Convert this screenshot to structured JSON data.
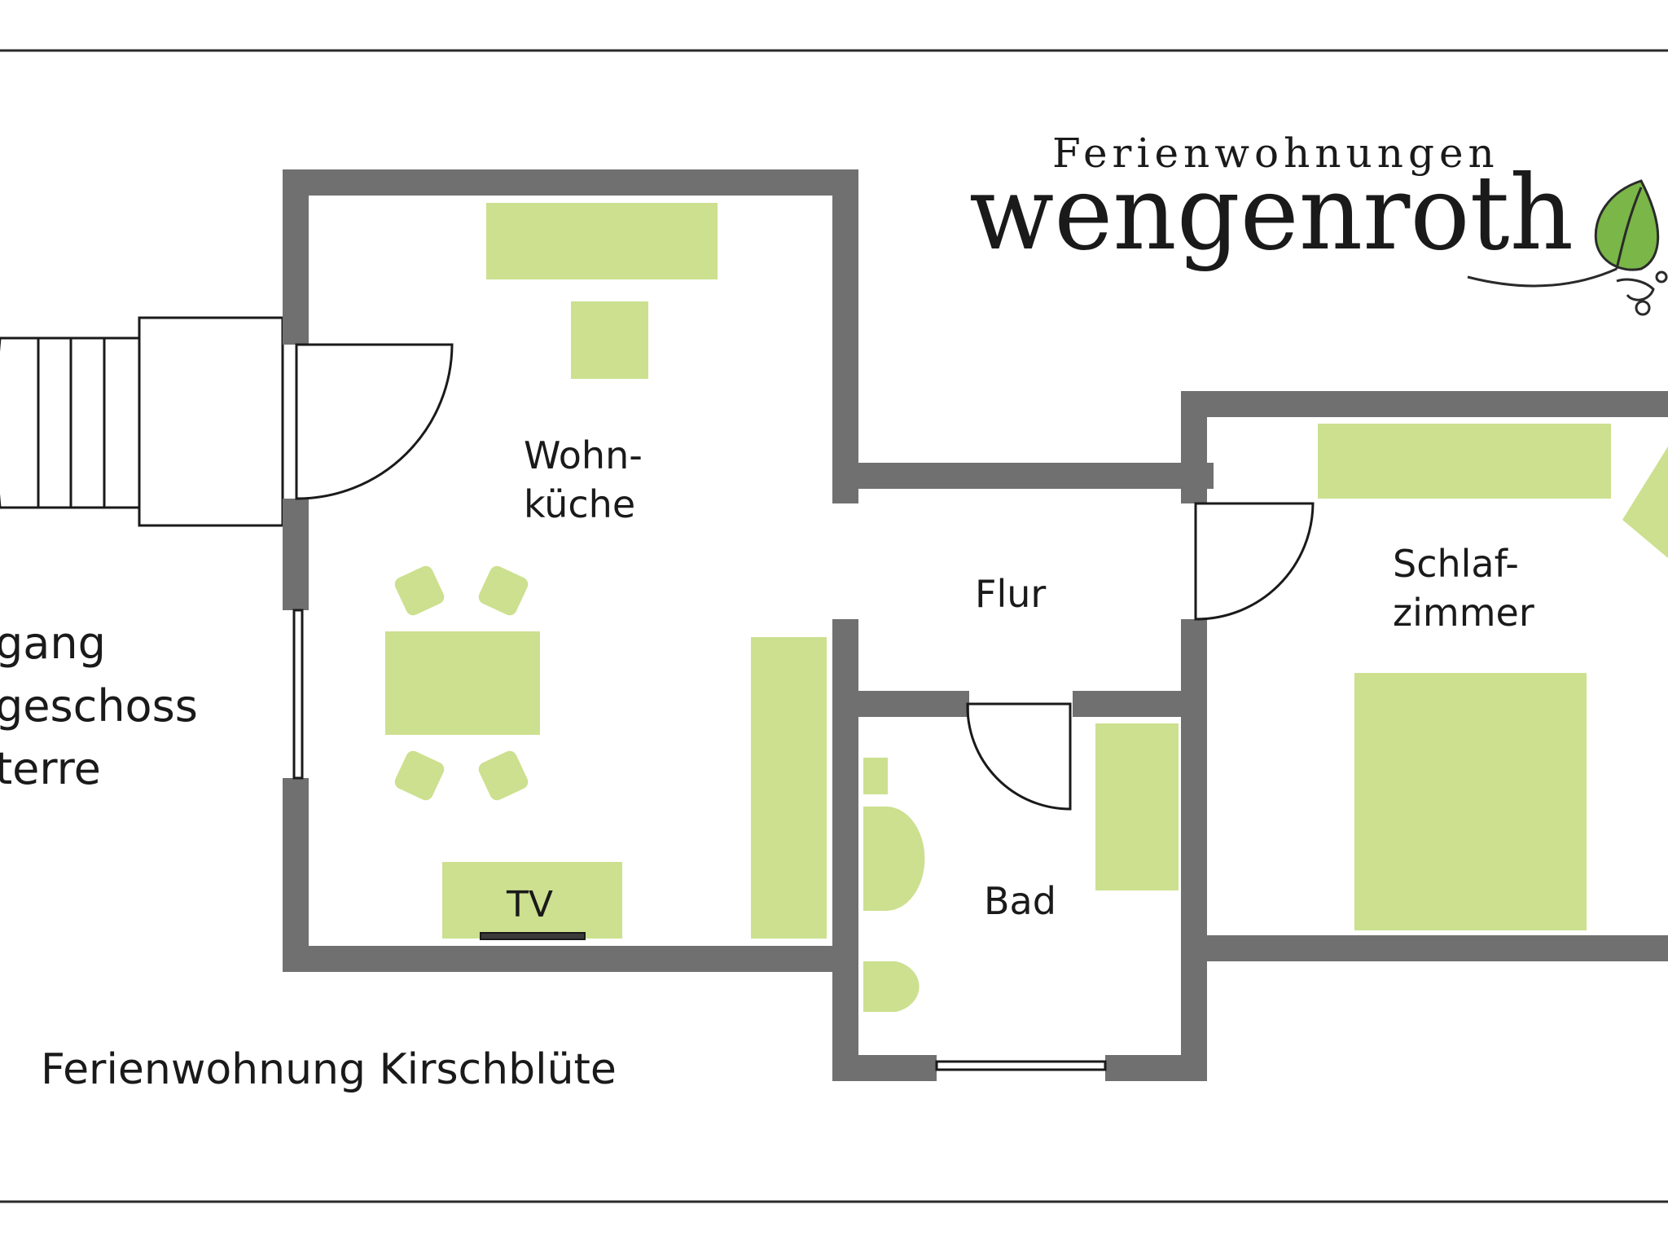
{
  "logo": {
    "line1": "Ferienwohnungen",
    "line2": "wengenroth"
  },
  "rooms": {
    "wohnkueche": [
      "Wohn-",
      "küche"
    ],
    "flur": "Flur",
    "schlafzimmer": [
      "Schlaf-",
      "zimmer"
    ],
    "bad": "Bad",
    "tv": "TV"
  },
  "entrance": [
    "gang",
    "geschoss",
    "terre"
  ],
  "apartment_name": "Ferienwohnung Kirschblüte",
  "colors": {
    "wall": "#707070",
    "furniture": "#cce08f",
    "leaf": "#7ab648",
    "text": "#1a1a1a"
  }
}
